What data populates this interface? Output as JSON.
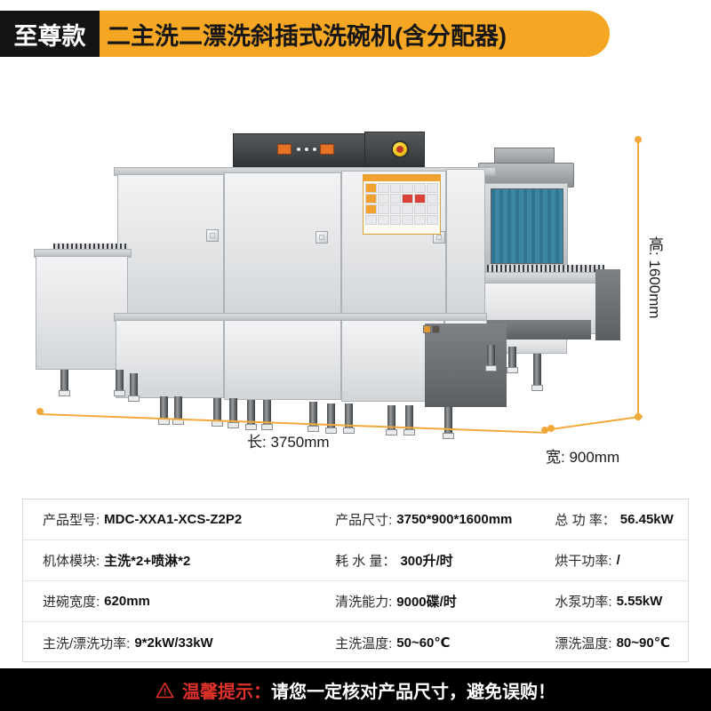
{
  "header": {
    "badge": "至尊款",
    "title": "二主洗二漂洗斜插式洗碗机(含分配器)",
    "badge_bg": "#141414",
    "banner_bg": "#F5A623"
  },
  "dimensions": {
    "length": "长: 3750mm",
    "width": "宽: 900mm",
    "height": "高: 1600mm",
    "line_color": "#F2A93B"
  },
  "spec_table": {
    "rows": [
      {
        "col1": {
          "label": "产品型号:",
          "value": "MDC-XXA1-XCS-Z2P2"
        },
        "col2": {
          "label": "产品尺寸:",
          "value": "3750*900*1600mm"
        },
        "col3": {
          "label": "总 功 率：",
          "value": "56.45kW"
        }
      },
      {
        "col1": {
          "label": "机体模块:",
          "value": "主洗*2+喷淋*2"
        },
        "col2": {
          "label": "耗 水 量：",
          "value": "300升/时"
        },
        "col3": {
          "label": "烘干功率:",
          "value": "/"
        }
      },
      {
        "col1": {
          "label": "进碗宽度:",
          "value": "620mm"
        },
        "col2": {
          "label": "清洗能力:",
          "value": "9000碟/时"
        },
        "col3": {
          "label": "水泵功率:",
          "value": "5.55kW"
        }
      },
      {
        "col1": {
          "label": "主洗/漂洗功率:",
          "value": "9*2kW/33kW"
        },
        "col2": {
          "label": "主洗温度:",
          "value": "50~60℃"
        },
        "col3": {
          "label": "漂洗温度:",
          "value": "80~90℃"
        }
      }
    ]
  },
  "warning": {
    "prefix": "温馨提示：",
    "text": "请您一定核对产品尺寸，避免误购！",
    "accent": "#e03129",
    "bg": "#000000"
  }
}
